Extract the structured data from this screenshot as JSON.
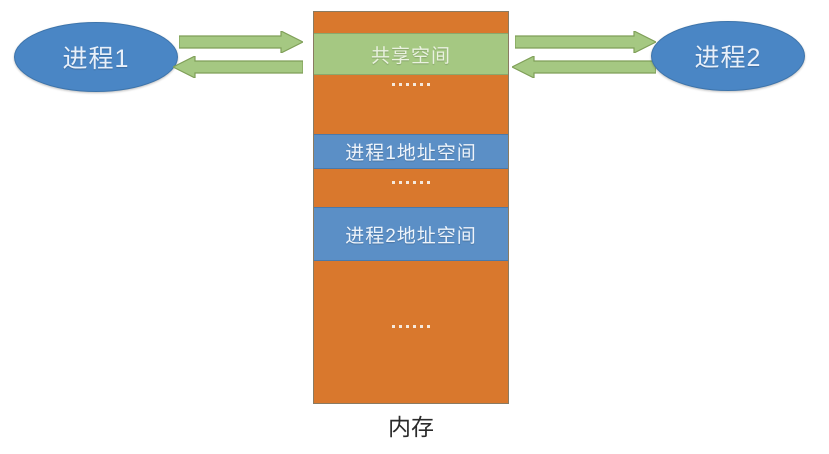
{
  "diagram": {
    "title_caption": "内存",
    "processes": [
      {
        "id": "process1",
        "label": "进程1"
      },
      {
        "id": "process2",
        "label": "进程2"
      }
    ],
    "arrows": [
      {
        "id": "left-to-mem",
        "direction": "right",
        "icon": "block-arrow-right-icon"
      },
      {
        "id": "mem-to-left",
        "direction": "left",
        "icon": "block-arrow-left-icon"
      },
      {
        "id": "mem-to-right",
        "direction": "right",
        "icon": "block-arrow-right-icon"
      },
      {
        "id": "right-to-mem",
        "direction": "left",
        "icon": "block-arrow-left-icon"
      }
    ],
    "memory_blocks": [
      {
        "id": "free-top",
        "label": "",
        "color": "#d9782d",
        "type": "orange",
        "dots": false
      },
      {
        "id": "shared-space",
        "label": "共享空间",
        "color": "#a5c882",
        "type": "green",
        "dots": false
      },
      {
        "id": "free-1",
        "label": "",
        "color": "#d9782d",
        "type": "orange",
        "dots": true
      },
      {
        "id": "process1-addr-space",
        "label": "进程1地址空间",
        "color": "#5b8fc6",
        "type": "blue",
        "dots": false
      },
      {
        "id": "free-2",
        "label": "",
        "color": "#d9782d",
        "type": "orange",
        "dots": true
      },
      {
        "id": "process2-addr-space",
        "label": "进程2地址空间",
        "color": "#5b8fc6",
        "type": "blue",
        "dots": false
      },
      {
        "id": "free-bottom",
        "label": "",
        "color": "#d9782d",
        "type": "orange",
        "dots": true
      }
    ],
    "colors": {
      "process_fill": "#4a86c5",
      "shared_space_fill": "#a5c882",
      "address_space_fill": "#5b8fc6",
      "free_memory_fill": "#d9782d",
      "arrow_fill": "#a5c882",
      "arrow_stroke": "#7f9f58",
      "background": "#ffffff",
      "caption_text": "#2b2b2b"
    },
    "dots_glyph": "......"
  }
}
